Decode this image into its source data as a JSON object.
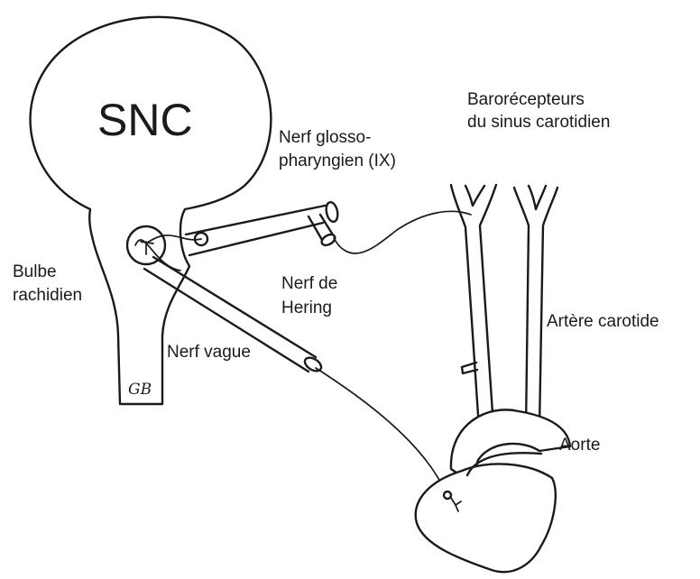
{
  "labels": {
    "snc": "SNC",
    "bulbe": [
      "Bulbe",
      "rachidien"
    ],
    "glosso": [
      "Nerf glosso-",
      "pharyngien (IX)"
    ],
    "hering": [
      "Nerf de",
      "Hering"
    ],
    "vague": "Nerf vague",
    "baro": [
      "Barorécepteurs",
      "du sinus carotidien"
    ],
    "carotide": "Artère carotide",
    "aorte": "Aorte"
  },
  "signature": "GB"
}
